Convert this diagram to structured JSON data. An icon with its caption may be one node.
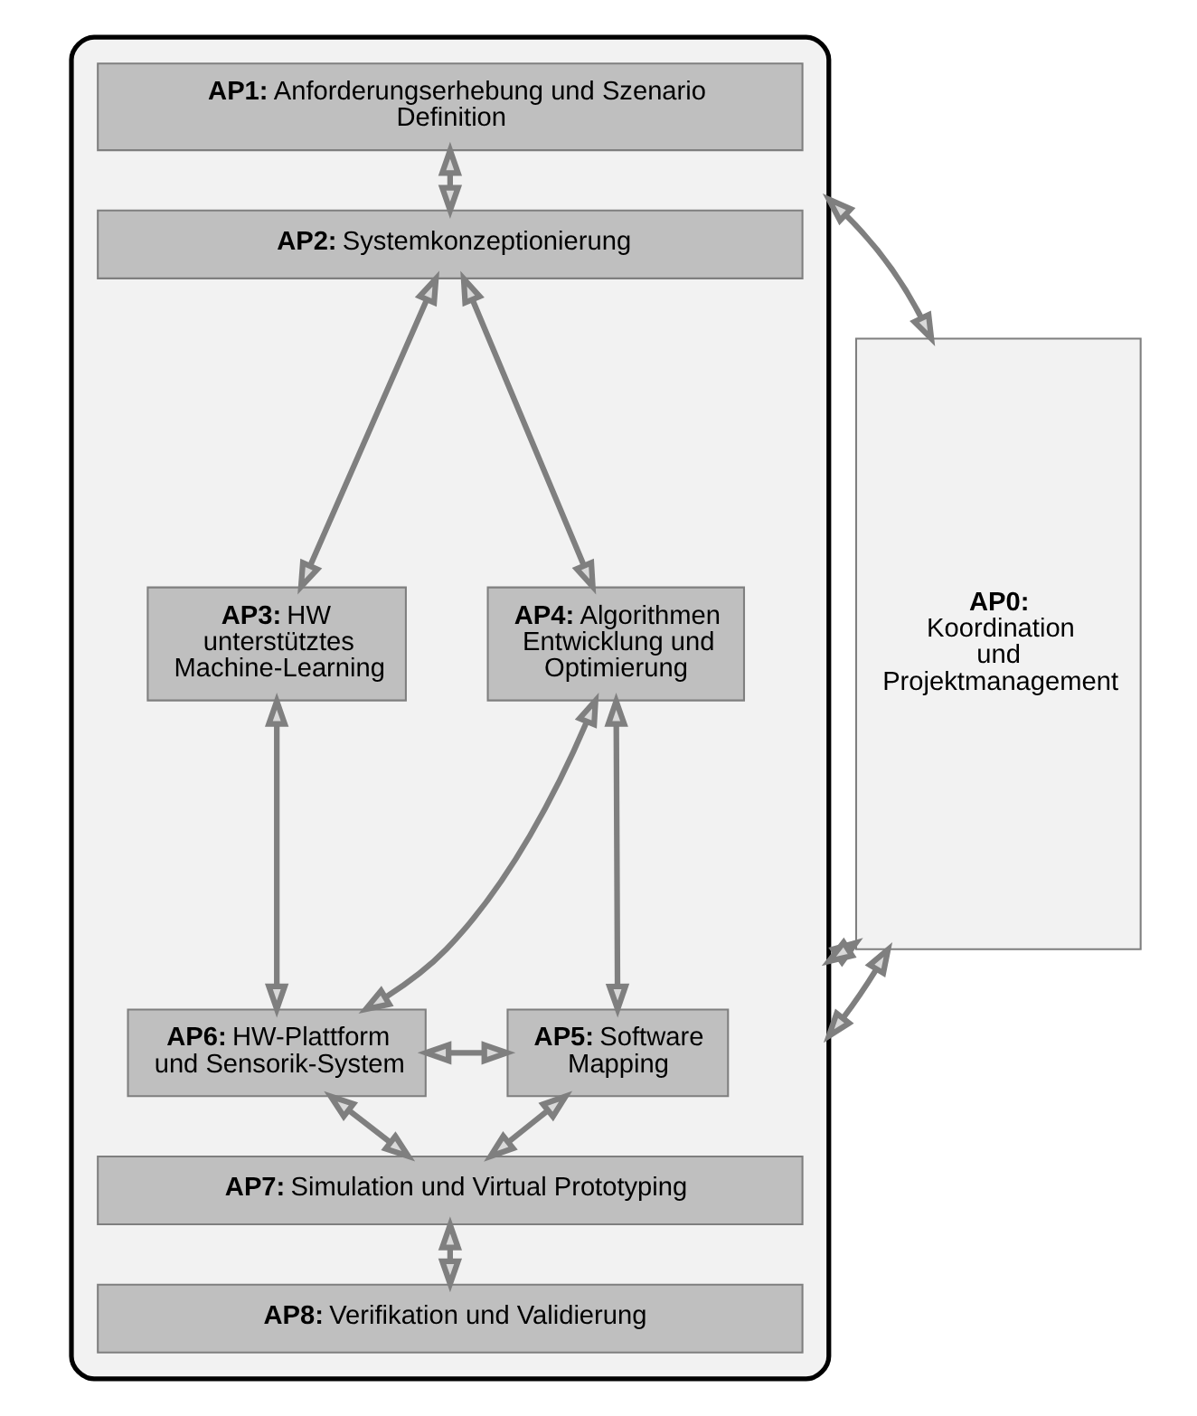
{
  "diagram": {
    "nodes": [
      {
        "text": [
          "**AP0:** Koordination und Projektmanagement"
        ]
      },
      {
        "text": [],
        "shape": "box"
      },
      {
        "text": [
          "**AP1:** Anforderungserhebung und Szenario Definition"
        ],
        "in": 1
      },
      {
        "text": [
          "**AP2:** Systemkonzeptionierung"
        ],
        "in": 1
      },
      {
        "text": [
          "**AP3:** HW unterstütztes Machine-Learning"
        ],
        "in": 1
      },
      {
        "text": [
          "**AP4:** Algorithmen Entwicklung und Optimierung"
        ],
        "in": 1
      },
      {
        "text": [
          "**AP6:** HW-Plattform und Sensorik-System"
        ],
        "in": 1
      },
      {
        "text": [
          "**AP5:** Software Mapping"
        ],
        "in": 1
      },
      {
        "text": [
          "**AP7:** Simulation und Virtual Prototyping"
        ],
        "in": 1
      },
      {
        "text": [
          "**AP8:** Verifikation und Validierung"
        ],
        "in": 1
      }
    ],
    "edges": [
      {
        "from": 0,
        "to": 1,
        "arrow": "both"
      },
      {
        "from": 0,
        "to": 1,
        "arrow": "both"
      },
      {
        "from": 0,
        "to": 1,
        "arrow": "both"
      },
      {
        "from": 2,
        "to": 3,
        "arrow": "both"
      },
      {
        "from": 3,
        "to": 4,
        "arrow": "both"
      },
      {
        "from": 3,
        "to": 5,
        "arrow": "both"
      },
      {
        "from": 4,
        "to": 6,
        "arrow": "both"
      },
      {
        "from": 5,
        "to": 7,
        "arrow": "both"
      },
      {
        "from": 5,
        "to": 6,
        "arrow": "both"
      },
      {
        "from": 6,
        "to": 7,
        "arrow": "both"
      },
      {
        "from": 6,
        "to": 8,
        "arrow": "both"
      },
      {
        "from": 7,
        "to": 8,
        "arrow": "both"
      },
      {
        "from": 8,
        "to": 9,
        "arrow": "both"
      }
    ]
  }
}
